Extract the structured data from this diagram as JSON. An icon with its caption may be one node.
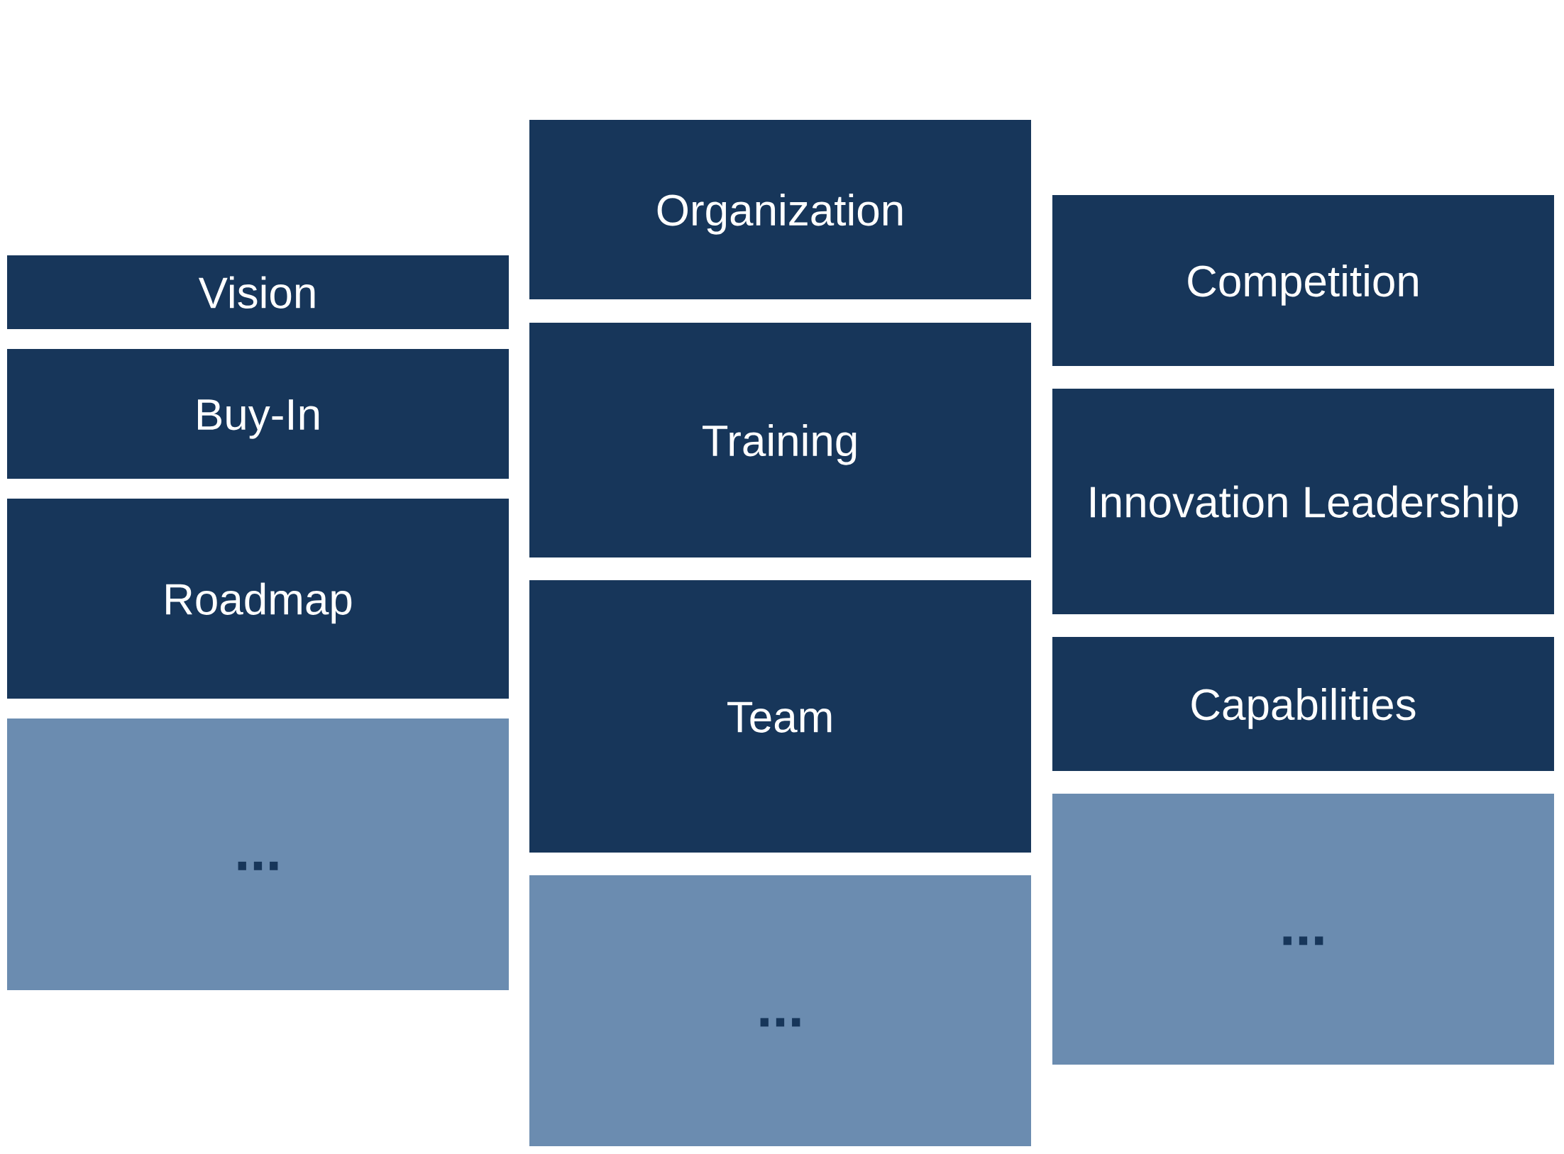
{
  "diagram": {
    "nodes": [
      {
        "text": [
          "Vision"
        ]
      },
      {
        "text": [
          "Buy-In"
        ]
      },
      {
        "text": [
          "Roadmap"
        ]
      },
      {
        "text": [
          "..."
        ]
      },
      {
        "text": [
          "Organization"
        ]
      },
      {
        "text": [
          "Training"
        ]
      },
      {
        "text": [
          "Team"
        ]
      },
      {
        "text": [
          "..."
        ]
      },
      {
        "text": [
          "Competition"
        ]
      },
      {
        "text": [
          "Innovation Leadership"
        ]
      },
      {
        "text": [
          "Capabilities"
        ]
      },
      {
        "text": [
          "..."
        ]
      }
    ]
  }
}
